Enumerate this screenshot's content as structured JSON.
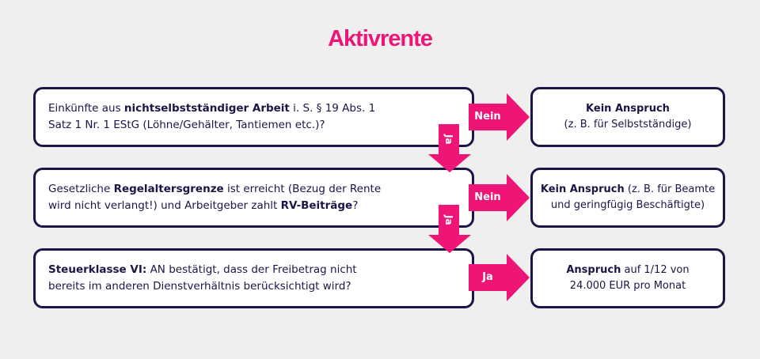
{
  "title": "Aktivrente",
  "questions": [
    {
      "p1": "Einkünfte aus ",
      "b1": "nichtselbstständiger Arbeit",
      "p2": " i. S. § 19 Abs. 1 Satz 1 Nr. 1 EStG (Löhne/Gehälter, Tantiemen etc.)?"
    },
    {
      "p1": "Gesetzliche ",
      "b1": "Regelaltersgrenze",
      "p2": " ist erreicht (Bezug der Rente wird nicht verlangt!) und Arbeitgeber zahlt ",
      "b2": "RV-Beiträge",
      "p3": "?"
    },
    {
      "b1": "Steuerklasse VI:",
      "p2": " AN bestätigt, dass der Freibetrag nicht bereits im anderen Dienstverhältnis berücksichtigt wird?"
    }
  ],
  "results": [
    {
      "bold": "Kein Anspruch",
      "line2": "(z. B. für Selbstständige)"
    },
    {
      "bold": "Kein Anspruch",
      "rest": " (z. B. für Beamte",
      "line2": "und geringfügig Beschäftigte)"
    },
    {
      "bold": "Anspruch",
      "rest": " auf 1/12 von",
      "line2": "24.000 EUR pro Monat"
    }
  ],
  "arrows": {
    "no": "Nein",
    "yes": "Ja"
  },
  "colors": {
    "accent": "#ee1577",
    "navy": "#1b1548"
  }
}
